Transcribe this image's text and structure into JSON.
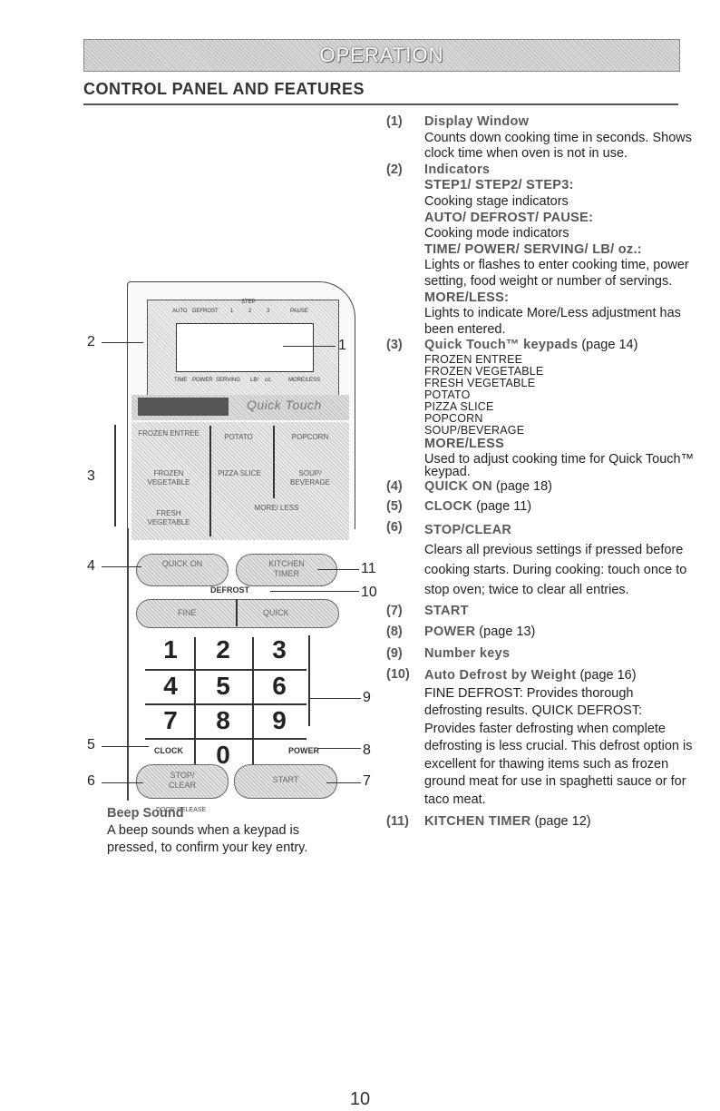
{
  "header": {
    "banner": "OPERATION",
    "section_title": "CONTROL PANEL AND FEATURES"
  },
  "panel": {
    "display_indicators_top": [
      "AUTO",
      "DEFROST",
      "STEP",
      "1",
      "2",
      "3",
      "PAUSE"
    ],
    "display_indicators_bottom": [
      "TIME",
      "POWER",
      "SERVING",
      "LB/",
      "oz.",
      "MORE/LESS"
    ],
    "quick_touch_label": "Quick Touch",
    "quick_keys": [
      "FROZEN ENTREE",
      "POTATO",
      "POPCORN",
      "FROZEN VEGETABLE",
      "PIZZA SLICE",
      "SOUP/ BEVERAGE",
      "FRESH VEGETABLE",
      "MORE/ LESS"
    ],
    "quick_on": "QUICK ON",
    "kitchen_timer": "KITCHEN TIMER",
    "defrost_label": "DEFROST",
    "fine": "FINE",
    "quick": "QUICK",
    "numbers": [
      "1",
      "2",
      "3",
      "4",
      "5",
      "6",
      "7",
      "8",
      "9",
      "0"
    ],
    "clock": "CLOCK",
    "power": "POWER",
    "stop_clear": "STOP/ CLEAR",
    "start": "START",
    "door_release": "DOOR RELEASE",
    "callouts": [
      "1",
      "2",
      "3",
      "4",
      "5",
      "6",
      "7",
      "8",
      "9",
      "10",
      "11"
    ]
  },
  "beep": {
    "title": "Beep Sound",
    "text": "A beep sounds when a keypad is pressed, to confirm your key entry."
  },
  "features": {
    "f1": {
      "num": "(1)",
      "title": "Display Window",
      "text": "Counts down cooking time in seconds. Shows clock time when oven is not in use."
    },
    "f2": {
      "num": "(2)",
      "title": "Indicators",
      "s1": "STEP1/ STEP2/ STEP3:",
      "t1": "Cooking stage indicators",
      "s2": "AUTO/ DEFROST/ PAUSE:",
      "t2": "Cooking mode indicators",
      "s3": "TIME/ POWER/ SERVING/ LB/ oz.:",
      "t3": "Lights or flashes to enter cooking time, power setting, food weight or number of servings.",
      "s4": "MORE/LESS:",
      "t4": "Lights to indicate More/Less adjustment has been entered."
    },
    "f3": {
      "num": "(3)",
      "title": "Quick Touch™ keypads",
      "page": " (page 14)",
      "items": [
        "FROZEN ENTREE",
        "FROZEN VEGETABLE",
        "FRESH VEGETABLE",
        "POTATO",
        "PIZZA SLICE",
        "POPCORN",
        "SOUP/BEVERAGE"
      ],
      "ml": "MORE/LESS",
      "ml_text": "Used to adjust cooking time for Quick Touch™ keypad."
    },
    "f4": {
      "num": "(4)",
      "title": "QUICK ON",
      "page": " (page 18)"
    },
    "f5": {
      "num": "(5)",
      "title": "CLOCK",
      "page": " (page 11)"
    },
    "f6": {
      "num": "(6)",
      "title": "STOP/CLEAR",
      "text": "Clears all previous settings if pressed before cooking starts. During cooking: touch once to stop oven; twice to clear all entries."
    },
    "f7": {
      "num": "(7)",
      "title": "START"
    },
    "f8": {
      "num": "(8)",
      "title": "POWER",
      "page": " (page 13)"
    },
    "f9": {
      "num": "(9)",
      "title": "Number keys"
    },
    "f10": {
      "num": "(10)",
      "title": "Auto Defrost by Weight",
      "page": " (page 16)",
      "text": "FINE DEFROST: Provides thorough defrosting results. QUICK DEFROST: Provides faster defrosting when complete defrosting is less crucial. This defrost option is excellent for thawing items such as frozen ground meat for use in spaghetti sauce or for taco meat."
    },
    "f11": {
      "num": "(11)",
      "title": "KITCHEN TIMER",
      "page": " (page 12)"
    }
  },
  "page_number": "10"
}
